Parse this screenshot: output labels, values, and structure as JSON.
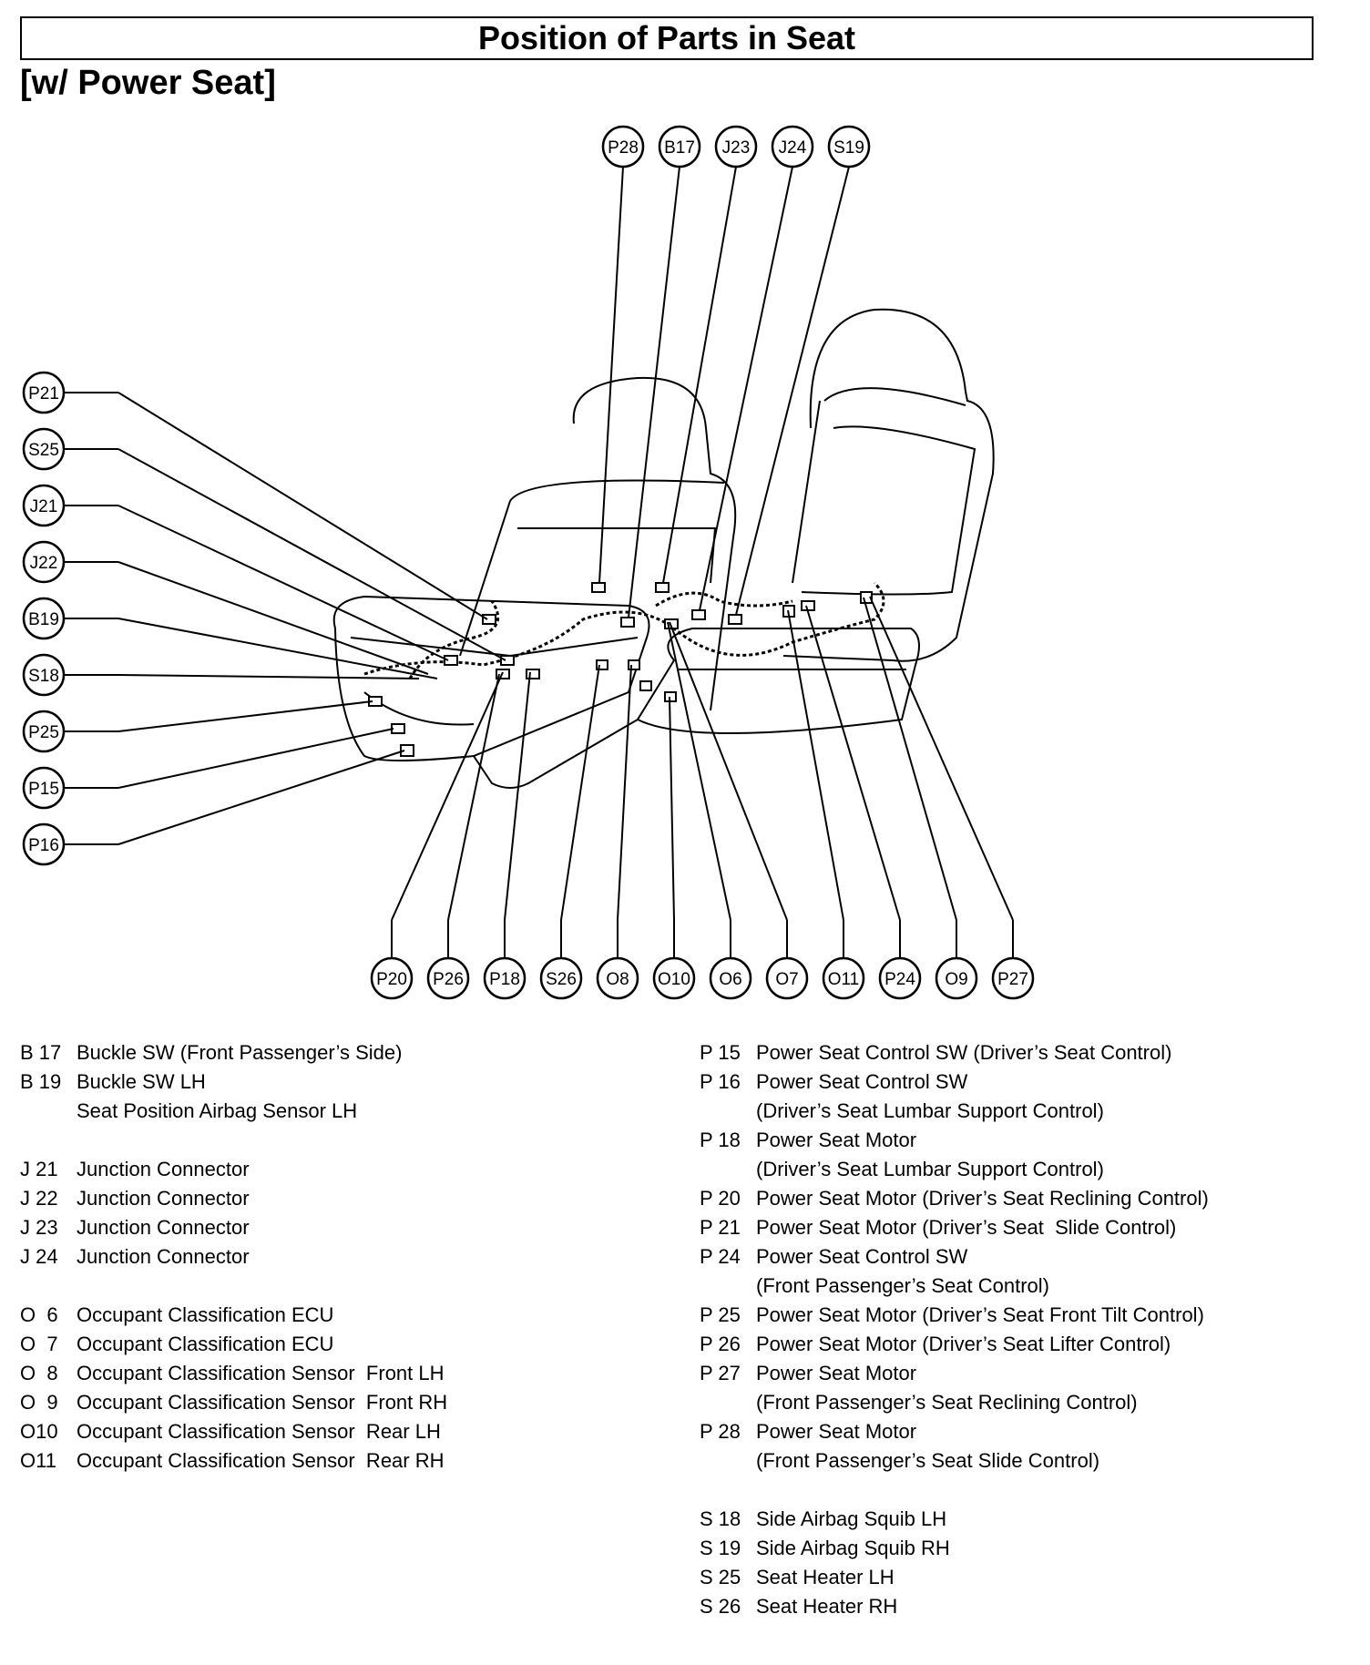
{
  "title": "Position of Parts in Seat",
  "subtitle": "[w/ Power Seat]",
  "callouts": {
    "top": [
      "P28",
      "B17",
      "J23",
      "J24",
      "S19"
    ],
    "left": [
      "P21",
      "S25",
      "J21",
      "J22",
      "B19",
      "S18",
      "P25",
      "P15",
      "P16"
    ],
    "bottom": [
      "P20",
      "P26",
      "P18",
      "S26",
      "O8",
      "O10",
      "O6",
      "O7",
      "O11",
      "P24",
      "O9",
      "P27"
    ]
  },
  "legend_left": [
    {
      "code": "B 17",
      "lines": [
        "Buckle SW (Front Passenger’s Side)"
      ]
    },
    {
      "code": "B 19",
      "lines": [
        "Buckle SW LH",
        "Seat Position Airbag Sensor LH"
      ]
    },
    {
      "gap": true
    },
    {
      "code": "J 21",
      "lines": [
        "Junction Connector"
      ]
    },
    {
      "code": "J 22",
      "lines": [
        "Junction Connector"
      ]
    },
    {
      "code": "J 23",
      "lines": [
        "Junction Connector"
      ]
    },
    {
      "code": "J 24",
      "lines": [
        "Junction Connector"
      ]
    },
    {
      "gap": true
    },
    {
      "code": "O  6",
      "lines": [
        "Occupant Classification ECU"
      ]
    },
    {
      "code": "O  7",
      "lines": [
        "Occupant Classification ECU"
      ]
    },
    {
      "code": "O  8",
      "lines": [
        "Occupant Classification Sensor  Front LH"
      ]
    },
    {
      "code": "O  9",
      "lines": [
        "Occupant Classification Sensor  Front RH"
      ]
    },
    {
      "code": "O10",
      "lines": [
        "Occupant Classification Sensor  Rear LH"
      ]
    },
    {
      "code": "O11",
      "lines": [
        "Occupant Classification Sensor  Rear RH"
      ]
    }
  ],
  "legend_right": [
    {
      "code": "P 15",
      "lines": [
        "Power Seat Control SW (Driver’s Seat Control)"
      ]
    },
    {
      "code": "P 16",
      "lines": [
        "Power Seat Control SW",
        "(Driver’s Seat Lumbar Support Control)"
      ]
    },
    {
      "code": "P 18",
      "lines": [
        "Power Seat Motor",
        "(Driver’s Seat Lumbar Support Control)"
      ]
    },
    {
      "code": "P 20",
      "lines": [
        "Power Seat Motor (Driver’s Seat Reclining Control)"
      ]
    },
    {
      "code": "P 21",
      "lines": [
        "Power Seat Motor (Driver’s Seat  Slide Control)"
      ]
    },
    {
      "code": "P 24",
      "lines": [
        "Power Seat Control SW",
        "(Front Passenger’s Seat Control)"
      ]
    },
    {
      "code": "P 25",
      "lines": [
        "Power Seat Motor (Driver’s Seat Front Tilt Control)"
      ]
    },
    {
      "code": "P 26",
      "lines": [
        "Power Seat Motor (Driver’s Seat Lifter Control)"
      ]
    },
    {
      "code": "P 27",
      "lines": [
        "Power Seat Motor",
        "(Front Passenger’s Seat Reclining Control)"
      ]
    },
    {
      "code": "P 28",
      "lines": [
        "Power Seat Motor",
        "(Front Passenger’s Seat Slide Control)"
      ]
    },
    {
      "gap": true
    },
    {
      "code": "S 18",
      "lines": [
        "Side Airbag Squib LH"
      ]
    },
    {
      "code": "S 19",
      "lines": [
        "Side Airbag Squib RH"
      ]
    },
    {
      "code": "S 25",
      "lines": [
        "Seat Heater LH"
      ]
    },
    {
      "code": "S 26",
      "lines": [
        "Seat Heater RH"
      ]
    }
  ]
}
